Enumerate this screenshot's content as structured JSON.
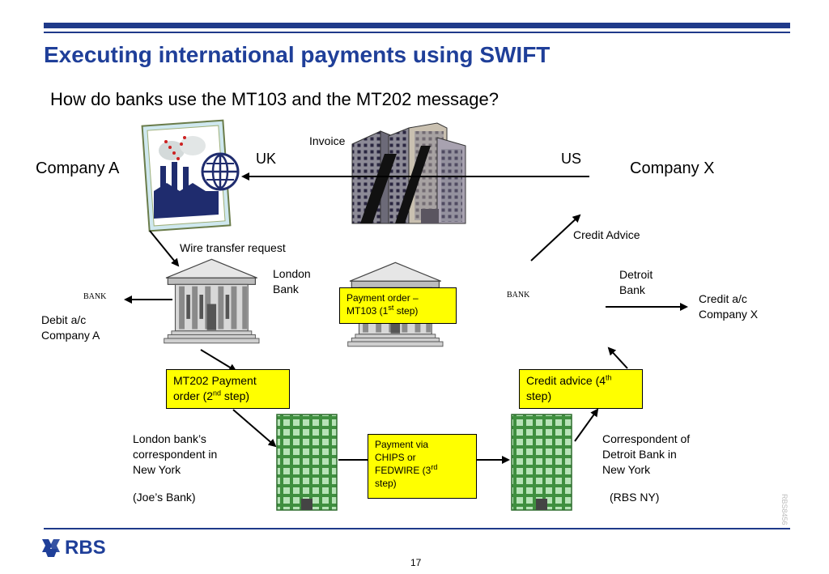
{
  "title": "Executing international payments using SWIFT",
  "subtitle": "How do banks use the MT103 and the MT202 message?",
  "labels": {
    "invoice": "Invoice",
    "uk": "UK",
    "us": "US",
    "company_a": "Company A",
    "company_x": "Company X",
    "wire_transfer": "Wire transfer request",
    "credit_advice": "Credit Advice",
    "london_bank_1": "London",
    "london_bank_2": "Bank",
    "detroit_bank_1": "Detroit",
    "detroit_bank_2": "Bank",
    "bank_word_left": "BANK",
    "bank_word_right": "BANK",
    "debit_1": "Debit a/c",
    "debit_2": "Company A",
    "credit_1": "Credit a/c",
    "credit_2": "Company X",
    "london_corr_1": "London bank’s",
    "london_corr_2": "correspondent in",
    "london_corr_3": "New York",
    "joes_bank": "(Joe’s Bank)",
    "detroit_corr_1": "Correspondent of",
    "detroit_corr_2": "Detroit Bank in",
    "detroit_corr_3": "New York",
    "rbs_ny": "(RBS NY)"
  },
  "boxes": {
    "payment_order_a": "Payment order –",
    "payment_order_b": "MT103 (1",
    "payment_order_sup": "st",
    "payment_order_c": " step)",
    "mt202_a": "MT202 Payment",
    "mt202_b": "order (2",
    "mt202_sup": "nd",
    "mt202_c": " step)",
    "credit_advice_a": "Credit advice  (4",
    "credit_advice_sup": "th",
    "credit_advice_b": "step)",
    "chips_a": "Payment via",
    "chips_b": "CHIPS or",
    "chips_c": "FEDWIRE     (3",
    "chips_sup": "rd",
    "chips_d": "step)"
  },
  "footer": {
    "logo_text": "RBS",
    "page_number": "17",
    "side_code": "RBS8456"
  },
  "colors": {
    "title_blue": "#1f3f99",
    "rule_blue": "#1f3a8a",
    "highlight_yellow": "#ffff00"
  }
}
